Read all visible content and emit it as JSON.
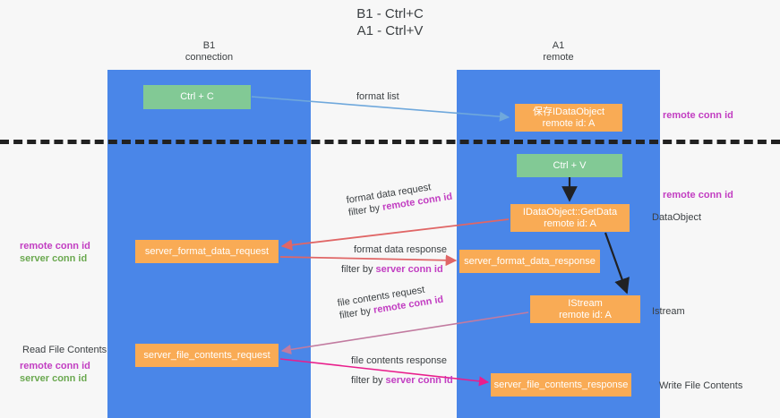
{
  "title": "B1 - Ctrl+C\nA1 - Ctrl+V",
  "lanes": [
    {
      "id": "b1",
      "header": "B1\nconnection"
    },
    {
      "id": "a1",
      "header": "A1\nremote"
    }
  ],
  "colors": {
    "lane": "#4a86e8",
    "green_node": "#82c995",
    "orange_node": "#f9ab55",
    "divider": "#212121",
    "highlight_remote": "#c23ec2",
    "highlight_server_legend": "#6aa84f",
    "arrow_format_list": "#6fa8dc",
    "arrow_format_data": "#e06666",
    "arrow_file_contents": "#c27ba0",
    "arrow_file_response": "#e91e8c",
    "arrow_black": "#202124",
    "text": "#3c4043"
  },
  "nodes": {
    "ctrl_c": "Ctrl + C",
    "store_dataobject": "保存IDataObject\nremote id: A",
    "ctrl_v": "Ctrl + V",
    "getdata": "IDataObject::GetData\nremote id: A",
    "server_format_data_request": "server_format_data_request",
    "server_format_data_response": "server_format_data_response",
    "istream": "IStream\nremote id: A",
    "server_file_contents_request": "server_file_contents_request",
    "server_file_contents_response": "server_file_contents_response"
  },
  "edge_labels": {
    "format_list": "format list",
    "format_data_request": "format data request",
    "format_data_request_filter_prefix": "filter by ",
    "format_data_request_filter_key": "remote conn id",
    "format_data_response": "format data response",
    "format_data_response_filter_prefix": "filter by ",
    "format_data_response_filter_key": "server conn id",
    "file_contents_request": "file contents request",
    "file_contents_request_filter_prefix": "filter by ",
    "file_contents_request_filter_key": "remote conn id",
    "file_contents_response": "file contents response",
    "file_contents_response_filter_prefix": "filter by ",
    "file_contents_response_filter_key": "server conn id"
  },
  "annotations": {
    "right": {
      "remote_conn_id_top": "remote conn id",
      "remote_conn_id_mid": "remote conn id",
      "dataobject": "DataObject",
      "istream": "Istream",
      "write_file_contents": "Write File Contents"
    },
    "left": {
      "legend_remote": "remote conn id",
      "legend_server": "server conn id",
      "read_file_contents": "Read File Contents",
      "legend_remote_2": "remote conn id",
      "legend_server_2": "server conn id"
    }
  }
}
